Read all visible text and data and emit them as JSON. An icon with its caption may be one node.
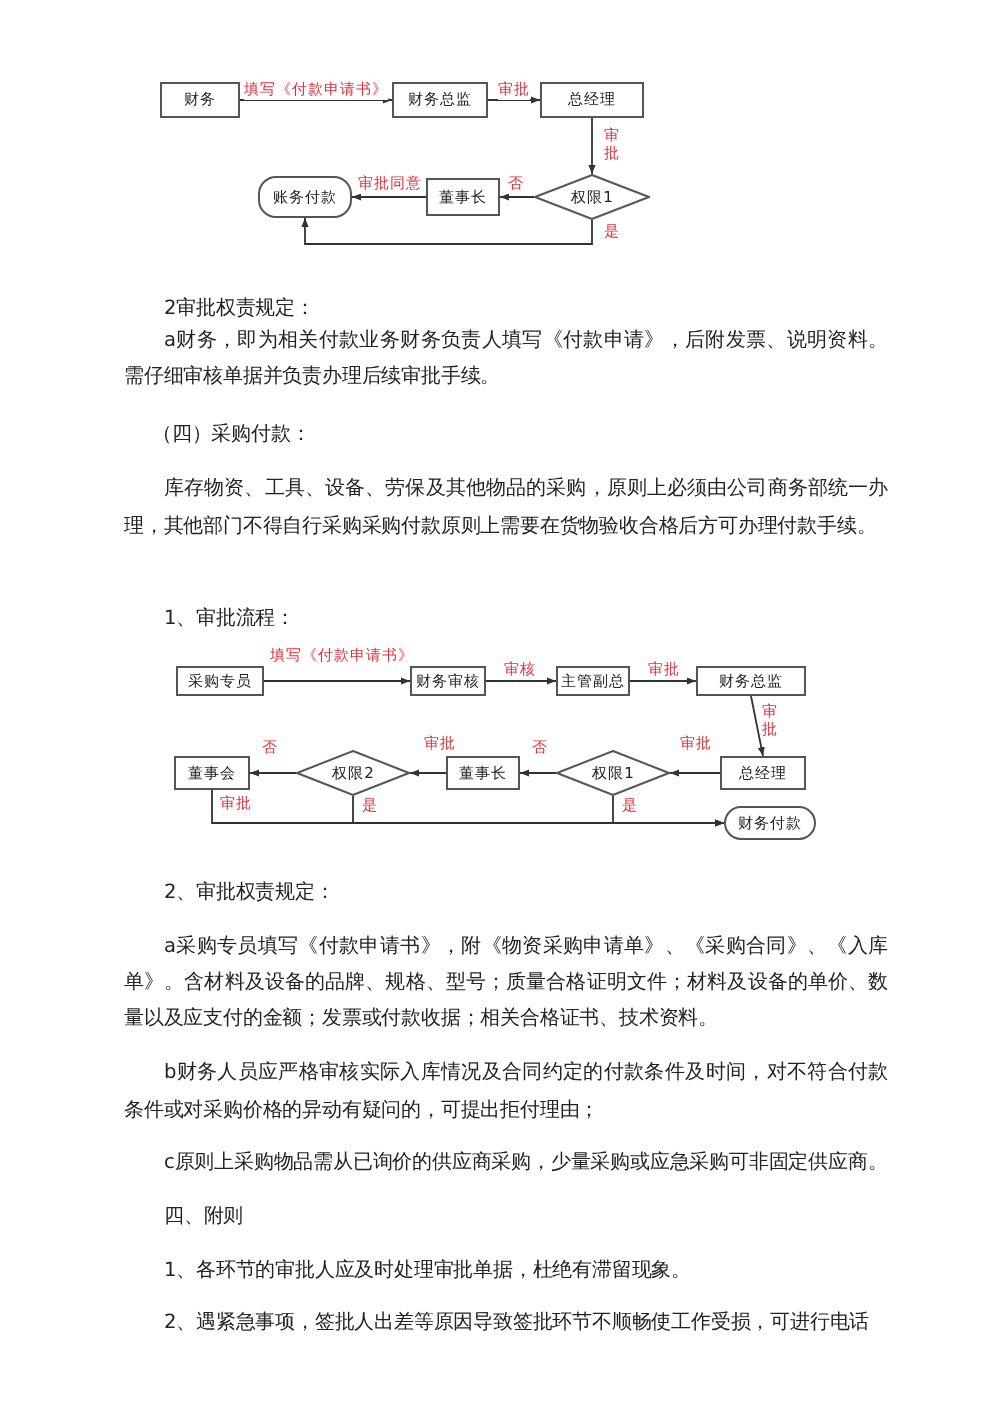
{
  "diagram": {
    "nodes": [
      {
        "text": [
          "财务"
        ]
      },
      {
        "text": [
          "财务总监"
        ]
      },
      {
        "text": [
          "总经理"
        ]
      },
      {
        "text": [
          "权限1"
        ]
      },
      {
        "text": [
          "董事长"
        ]
      },
      {
        "text": [
          "账务付款"
        ]
      },
      {
        "text": [
          "采购专员"
        ]
      },
      {
        "text": [
          "财务审核"
        ]
      },
      {
        "text": [
          "主管副总"
        ]
      },
      {
        "text": [
          "财务总监"
        ]
      },
      {
        "text": [
          "总经理"
        ]
      },
      {
        "text": [
          "权限1"
        ]
      },
      {
        "text": [
          "董事长"
        ]
      },
      {
        "text": [
          "权限2"
        ]
      },
      {
        "text": [
          "董事会"
        ]
      },
      {
        "text": [
          "财务付款"
        ]
      }
    ],
    "edges": [
      {
        "from": 0,
        "to": 1,
        "arrow": "to",
        "label": "填写《付款申请书》"
      },
      {
        "from": 1,
        "to": 2,
        "arrow": "to",
        "label": "审批"
      },
      {
        "from": 2,
        "to": 3,
        "arrow": "to",
        "label": "审批"
      },
      {
        "from": 3,
        "to": 4,
        "arrow": "to",
        "label": "否"
      },
      {
        "from": 4,
        "to": 5,
        "arrow": "to",
        "label": "审批同意"
      },
      {
        "from": 3,
        "to": 5,
        "arrow": "to",
        "label": "是"
      },
      {
        "from": 6,
        "to": 7,
        "arrow": "to",
        "label": "填写《付款申请书》"
      },
      {
        "from": 7,
        "to": 8,
        "arrow": "to",
        "label": "审核"
      },
      {
        "from": 8,
        "to": 9,
        "arrow": "to",
        "label": "审批"
      },
      {
        "from": 9,
        "to": 10,
        "arrow": "to",
        "label": "审批"
      },
      {
        "from": 10,
        "to": 11,
        "arrow": "to",
        "label": "审批"
      },
      {
        "from": 11,
        "to": 12,
        "arrow": "to",
        "label": "否"
      },
      {
        "from": 12,
        "to": 13,
        "arrow": "to",
        "label": "审批"
      },
      {
        "from": 13,
        "to": 14,
        "arrow": "to",
        "label": "否"
      },
      {
        "from": 14,
        "to": 15,
        "arrow": "to",
        "label": "审批"
      },
      {
        "from": 13,
        "to": 15,
        "arrow": "to",
        "label": "是"
      },
      {
        "from": 11,
        "to": 15,
        "arrow": "to",
        "label": "是"
      }
    ],
    "labels": [
      "2审批权责规定：",
      "a财务，即为相关付款业务财务负责人填写《付款申请》，后附发票、说明资料。需仔细审核单据并负责办理后续审批手续。",
      "（四）采购付款：",
      "库存物资、工具、设备、劳保及其他物品的采购，原则上必须由公司商务部统一办理，其他部门不得自行采购采购付款原则上需要在货物验收合格后方可办理付款手续。",
      "1、审批流程：",
      "2、审批权责规定：",
      "a采购专员填写《付款申请书》，附《物资采购申请单》、《采购合同》、《入库单》。含材料及设备的品牌、规格、型号；质量合格证明文件；材料及设备的单价、数量以及应支付的金额；发票或付款收据；相关合格证书、技术资料。",
      "b财务人员应严格审核实际入库情况及合同约定的付款条件及时间，对不符合付款条件或对采购价格的异动有疑问的，可提出拒付理由；",
      "c原则上采购物品需从已询价的供应商采购，少量采购或应急采购可非固定供应商。",
      "四、附则",
      "1、各环节的审批人应及时处理审批单据，杜绝有滞留现象。",
      "2、遇紧急事项，签批人出差等原因导致签批环节不顺畅使工作受损，可进行电话"
    ]
  }
}
